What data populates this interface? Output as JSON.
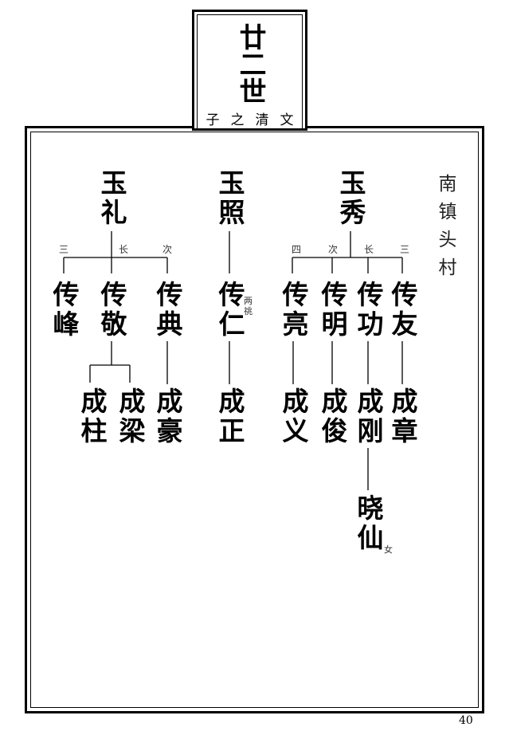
{
  "header": {
    "generation": "廿二世",
    "subtitle": "子之清文"
  },
  "village": "南镇头村",
  "gen1": [
    {
      "name": "玉礼"
    },
    {
      "name": "玉照"
    },
    {
      "name": "玉秀"
    }
  ],
  "birth_order_labels": {
    "yuli": [
      "三",
      "长",
      "次"
    ],
    "yuxiu": [
      "四",
      "次",
      "长",
      "三"
    ]
  },
  "gen2": [
    "传峰",
    "传敬",
    "传典",
    "传仁",
    "传亮",
    "传明",
    "传功",
    "传友"
  ],
  "gen2_note": "两祧",
  "gen3": [
    "成柱",
    "成梁",
    "成豪",
    "成正",
    "成义",
    "成俊",
    "成刚",
    "成章"
  ],
  "gen4": [
    {
      "name": "晓仙",
      "note": "女"
    }
  ],
  "page_number": "40"
}
